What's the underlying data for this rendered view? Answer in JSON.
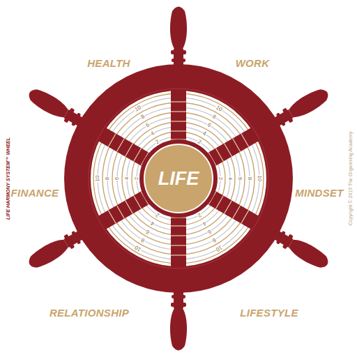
{
  "diagram": {
    "nodes": [
      {
        "text": [
          "LIFE"
        ]
      }
    ],
    "labels": [
      "HEALTH",
      "WORK",
      "FINANCE",
      "MINDSET",
      "RELATIONSHIP",
      "LIFESTYLE",
      "10",
      "8",
      "6",
      "4",
      "2",
      "10",
      "8",
      "6",
      "4",
      "2",
      "10",
      "8",
      "6",
      "4",
      "2",
      "10",
      "8",
      "6",
      "4",
      "2",
      "10",
      "8",
      "6",
      "4",
      "2",
      "10",
      "8",
      "6",
      "4",
      "2",
      "LIFE HARMONY SYSTEM™ WHEEL",
      "Copyright © 2019 The Organising Academy"
    ]
  }
}
